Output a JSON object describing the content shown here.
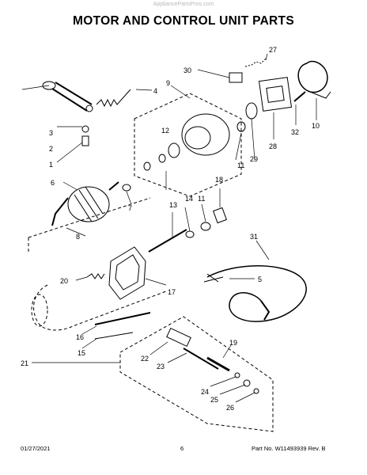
{
  "header": {
    "watermark": "AppliancePartsPros.com",
    "title": "MOTOR AND CONTROL UNIT PARTS"
  },
  "callouts": [
    "1",
    "2",
    "3",
    "4",
    "5",
    "6",
    "7",
    "8",
    "9",
    "10",
    "11",
    "11",
    "12",
    "13",
    "14",
    "15",
    "16",
    "17",
    "18",
    "19",
    "20",
    "21",
    "22",
    "23",
    "24",
    "25",
    "26",
    "27",
    "28",
    "29",
    "30",
    "31",
    "32"
  ],
  "footer": {
    "date": "01/27/2021",
    "page": "6",
    "part_number": "Part No. W11493939  Rev. B"
  }
}
